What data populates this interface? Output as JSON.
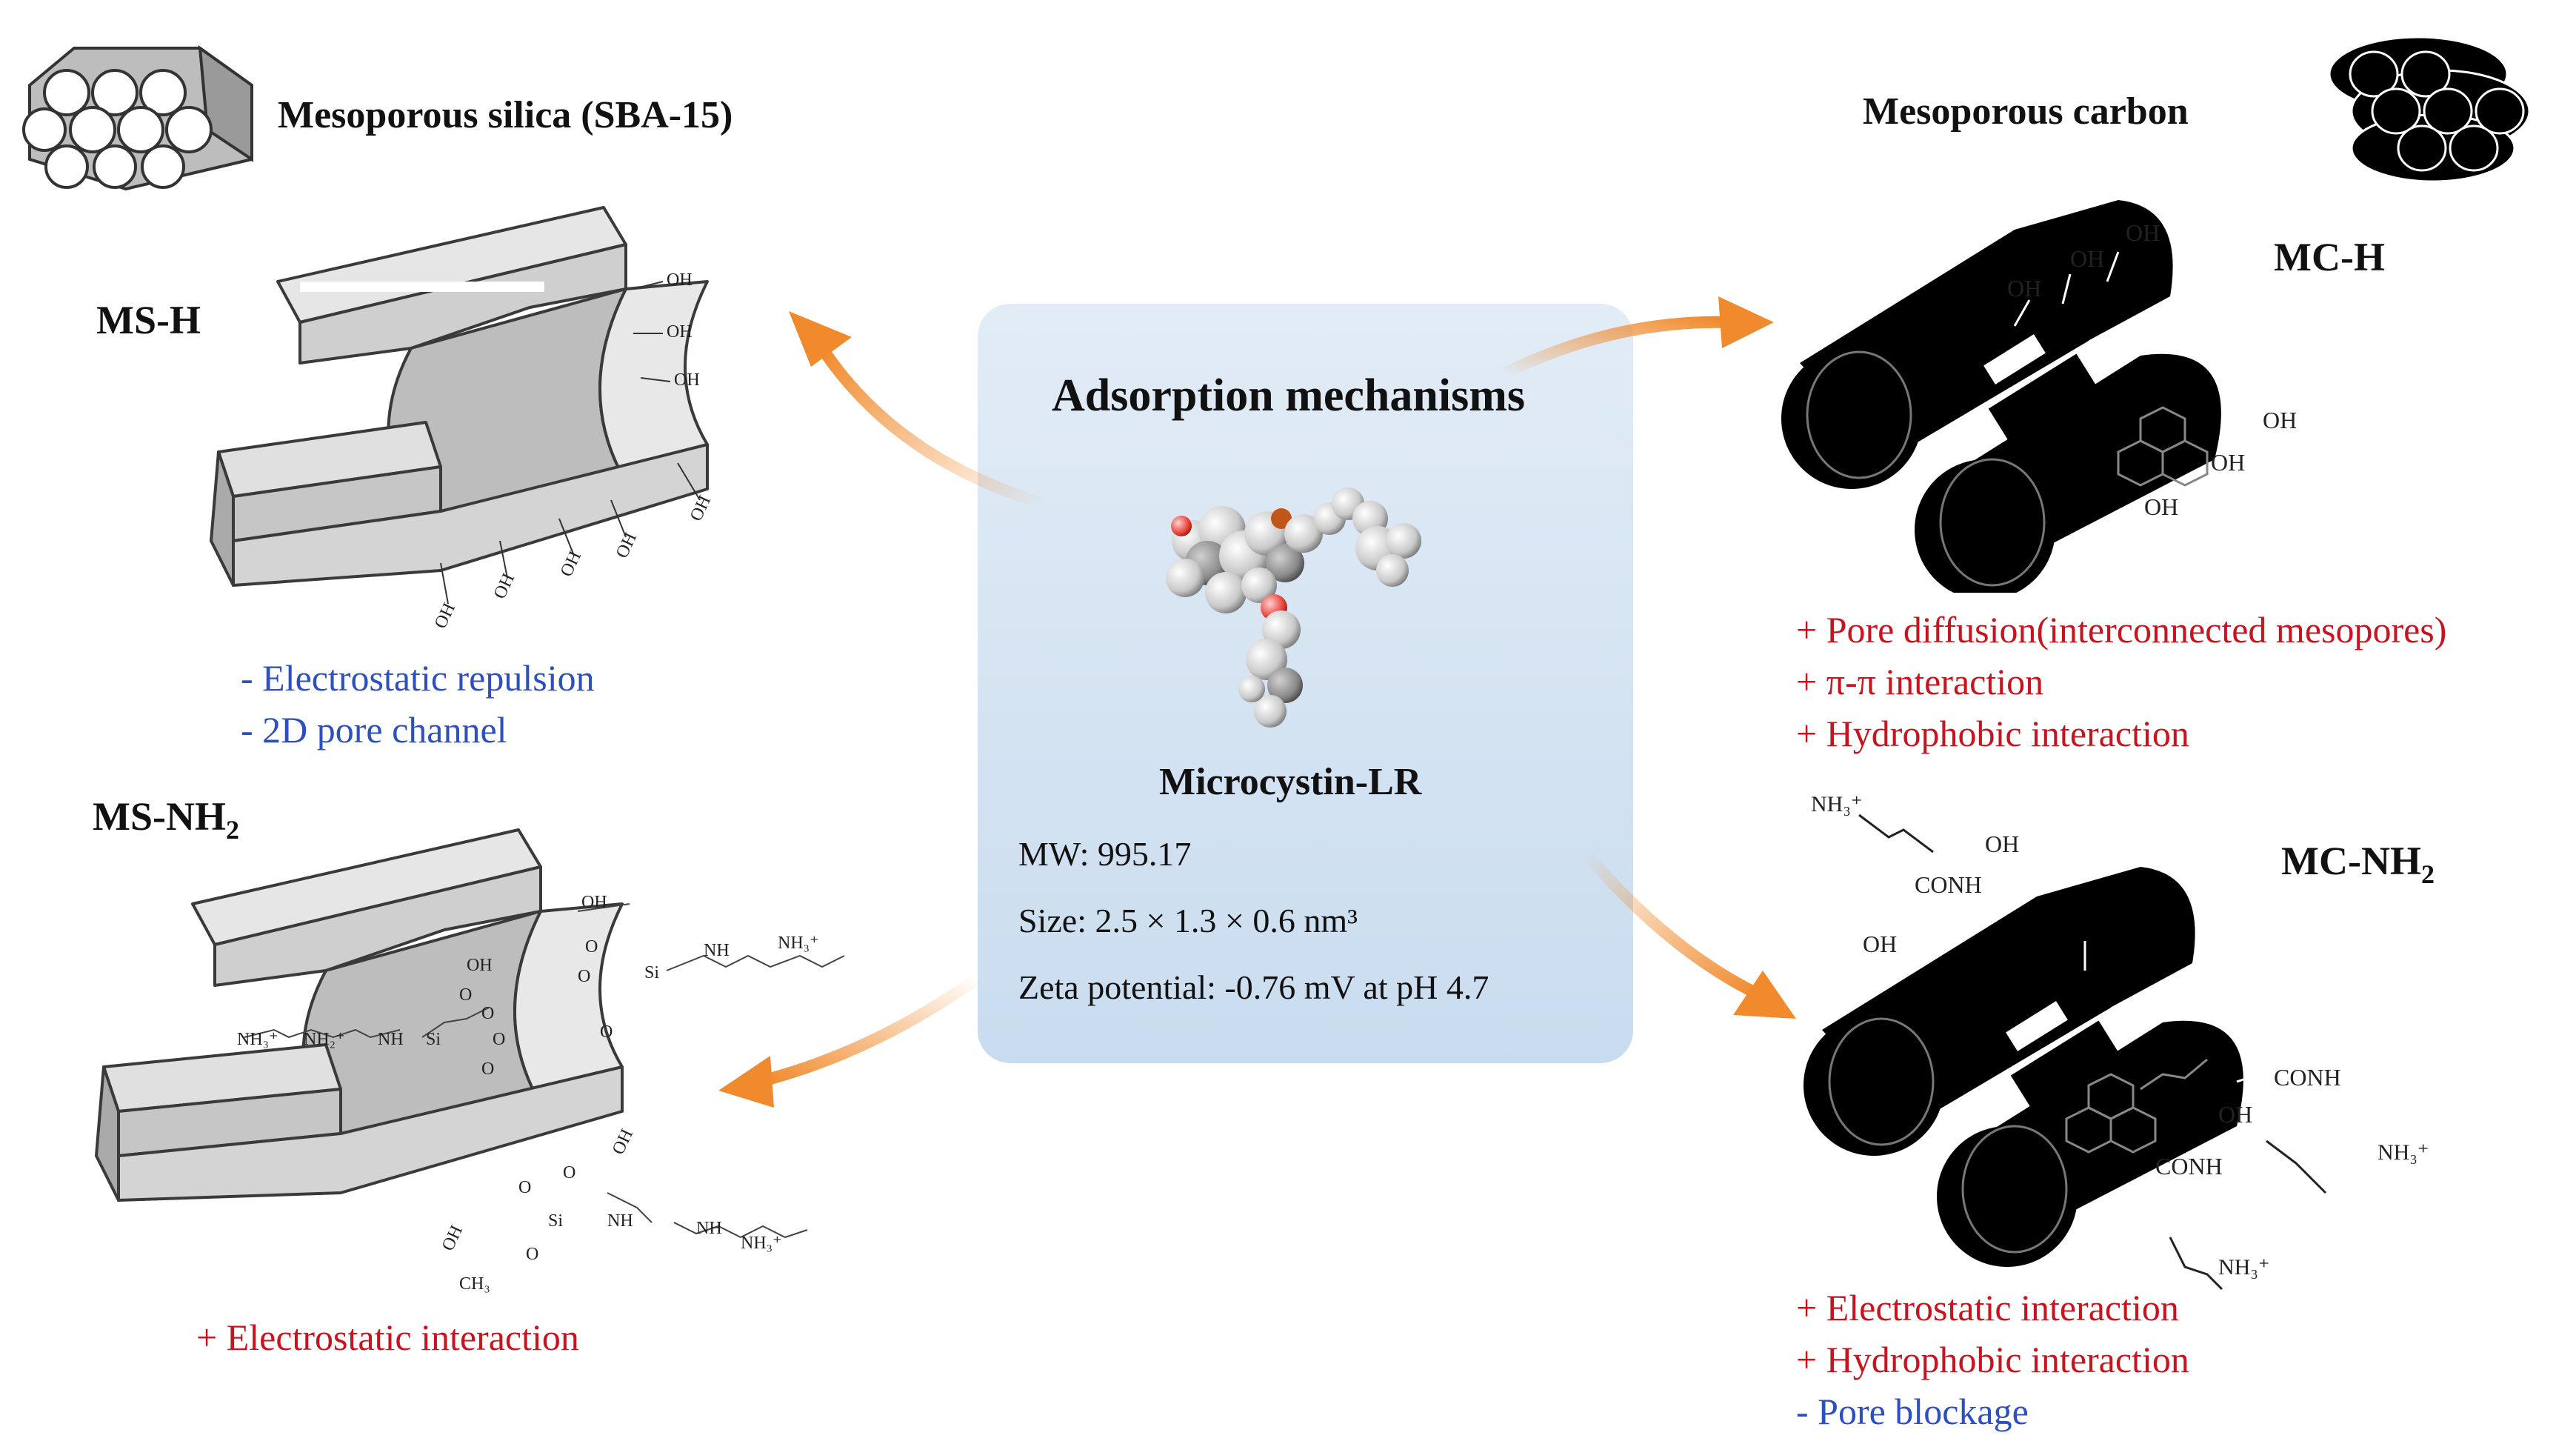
{
  "center": {
    "title": "Adsorption mechanisms",
    "molecule_name": "Microcystin-LR",
    "props": [
      "MW: 995.17",
      "Size: 2.5 × 1.3 × 0.6 nm³",
      "Zeta potential: -0.76 mV at pH 4.7"
    ]
  },
  "left": {
    "material": "Mesoporous silica (SBA-15)",
    "ms_h": {
      "label": "MS-H",
      "points": [
        "-    Electrostatic repulsion",
        "-    2D pore channel"
      ]
    },
    "ms_nh2": {
      "label": "MS-NH",
      "label_sub": "2",
      "points": [
        "+ Electrostatic interaction"
      ]
    }
  },
  "right": {
    "material": "Mesoporous carbon",
    "mc_h": {
      "label": "MC-H",
      "points": [
        "+ Pore diffusion(interconnected mesopores)",
        "+ π-π interaction",
        "+ Hydrophobic interaction"
      ]
    },
    "mc_nh2": {
      "label": "MC-NH",
      "label_sub": "2",
      "points": [
        "+ Electrostatic interaction",
        "+ Hydrophobic interaction",
        "- Pore blockage"
      ]
    }
  },
  "chem_labels": {
    "oh": "OH",
    "conh": "CONH",
    "nh3": "NH₃⁺",
    "si": "Si",
    "o": "O",
    "nh": "NH",
    "ch3": "CH₃"
  },
  "colors": {
    "arrow": "#f08a2c",
    "positive": "#c8141e",
    "negative": "#2d4fbf",
    "box": "#cfe0f1",
    "silica": "#d6d6d6",
    "carbon": "#000000"
  }
}
